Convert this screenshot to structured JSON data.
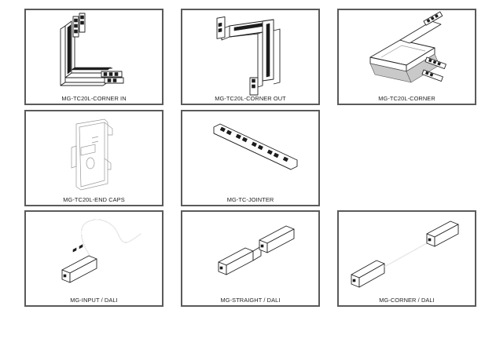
{
  "products": [
    {
      "name": "MG-TC20L-CORNER IN"
    },
    {
      "name": "MG-TC20L-CORNER OUT"
    },
    {
      "name": "MG-TC20L-CORNER"
    },
    {
      "name": "MG-TC20L-END CAPS"
    },
    {
      "name": "MG-TC-JOINTER"
    },
    {
      "name": "MG-INPUT / DALI"
    },
    {
      "name": "MG-STRAIGHT / DALI"
    },
    {
      "name": "MG-CORNER / DALI"
    }
  ]
}
